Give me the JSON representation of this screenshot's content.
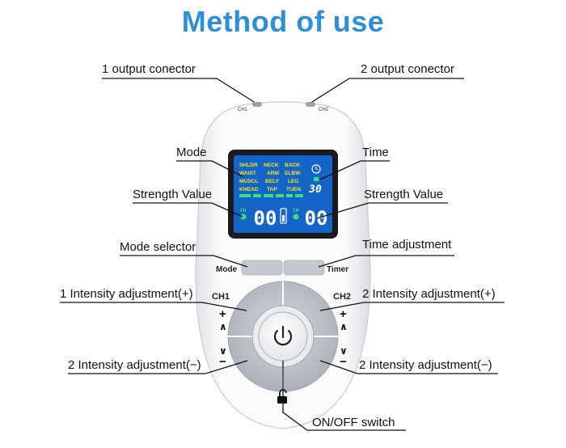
{
  "title": "Method of use",
  "labels": {
    "output1": "1 output conector",
    "output2": "2 output conector",
    "mode": "Mode",
    "time": "Time",
    "strength_left": "Strength Value",
    "strength_right": "Strength Value",
    "mode_selector": "Mode selector",
    "time_adjustment": "Time adjustment",
    "intensity1_plus": "1 Intensity adjustment(+)",
    "intensity2_plus": "2 Intensity adjustment(+)",
    "intensity2_minus_left": "2 Intensity adjustment(−)",
    "intensity2_minus_right": "2 Intensity adjustment(−)",
    "on_off": "ON/OFF switch"
  },
  "device": {
    "ch1_port": "CH1",
    "ch2_port": "CH2",
    "mode_button": "Mode",
    "timer_button": "Timer",
    "ch1": "CH1",
    "ch2": "CH2",
    "plus": "+",
    "minus_arrow": "∨",
    "up_arrow": "∧",
    "power_icon": "⏻"
  },
  "lcd": {
    "modes": [
      [
        "SHLDR",
        "NECK",
        "BACK"
      ],
      [
        "WAIST",
        "ARM",
        "ELBW"
      ],
      [
        "MUSCL",
        "BELY",
        "LEG"
      ],
      [
        "KNEAD",
        "TAP",
        "TUEN"
      ]
    ],
    "time_value": "30",
    "ch1_value": "00",
    "ch2_value": "00",
    "ch1_tag": "CH",
    "ch2_tag": "CH"
  },
  "colors": {
    "title": "#2e8fd8",
    "lcd_background": "#1565c8",
    "lcd_text_yellow": "#f2e51a",
    "lcd_text_green": "#3ce07a",
    "lcd_digits": "#ffffff",
    "device_body": "#f2f3f5",
    "buttons": "#b7bcc4"
  }
}
